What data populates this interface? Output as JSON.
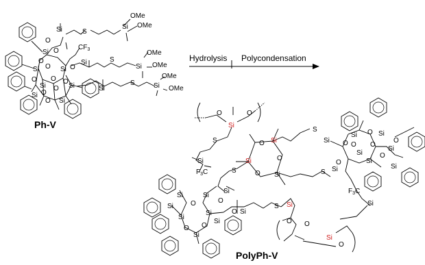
{
  "reaction": {
    "step1": "Hydrolysis",
    "step2": "Polycondensation",
    "reactant_name": "Ph-V",
    "product_name": "PolyPh-V"
  },
  "atoms": {
    "si": "Si",
    "o": "O",
    "s": "S",
    "ome": "OMe",
    "cf3": "CF",
    "three": "3",
    "f3c": "F",
    "c": "C"
  },
  "colors": {
    "bond": "#000000",
    "linker_si": "#d01c1c",
    "text": "#000000"
  }
}
